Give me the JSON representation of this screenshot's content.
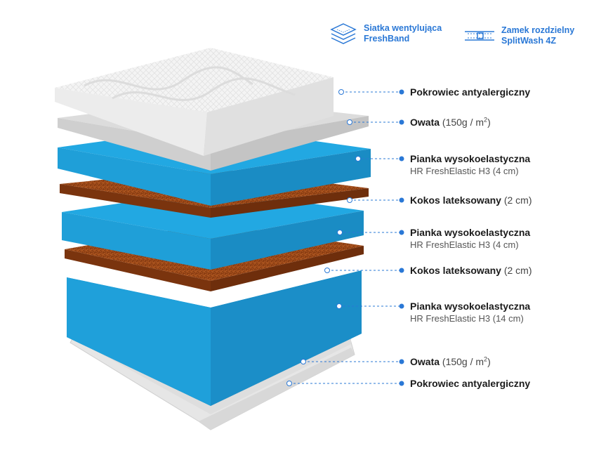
{
  "features": [
    {
      "icon": "layers-mesh-icon",
      "line1": "Siatka wentylująca",
      "line2": "FreshBand"
    },
    {
      "icon": "zipper-icon",
      "line1": "Zamek rozdzielny",
      "line2": "SplitWash 4Z"
    }
  ],
  "layers": [
    {
      "name": "Pokrowiec antyalergiczny",
      "detail": "",
      "sub": ""
    },
    {
      "name": "Owata",
      "detail": "(150g / m",
      "sup": "2",
      "detail_end": ")",
      "sub": ""
    },
    {
      "name": "Pianka wysokoelastyczna",
      "detail": "",
      "sub": "HR FreshElastic H3 (4 cm)"
    },
    {
      "name": "Kokos lateksowany",
      "detail": "(2 cm)",
      "sub": ""
    },
    {
      "name": "Pianka wysokoelastyczna",
      "detail": "",
      "sub": "HR FreshElastic H3 (4 cm)"
    },
    {
      "name": "Kokos lateksowany",
      "detail": "(2 cm)",
      "sub": ""
    },
    {
      "name": "Pianka wysokoelastyczna",
      "detail": "",
      "sub": "HR FreshElastic H3 (14 cm)"
    },
    {
      "name": "Owata",
      "detail": "(150g / m",
      "sup": "2",
      "detail_end": ")",
      "sub": ""
    },
    {
      "name": "Pokrowiec antyalergiczny",
      "detail": "",
      "sub": ""
    }
  ],
  "colors": {
    "accent": "#2a78d6",
    "foam": "#1f9bd3",
    "coconut": "#8a3d12",
    "cover": "#eeeeee"
  }
}
